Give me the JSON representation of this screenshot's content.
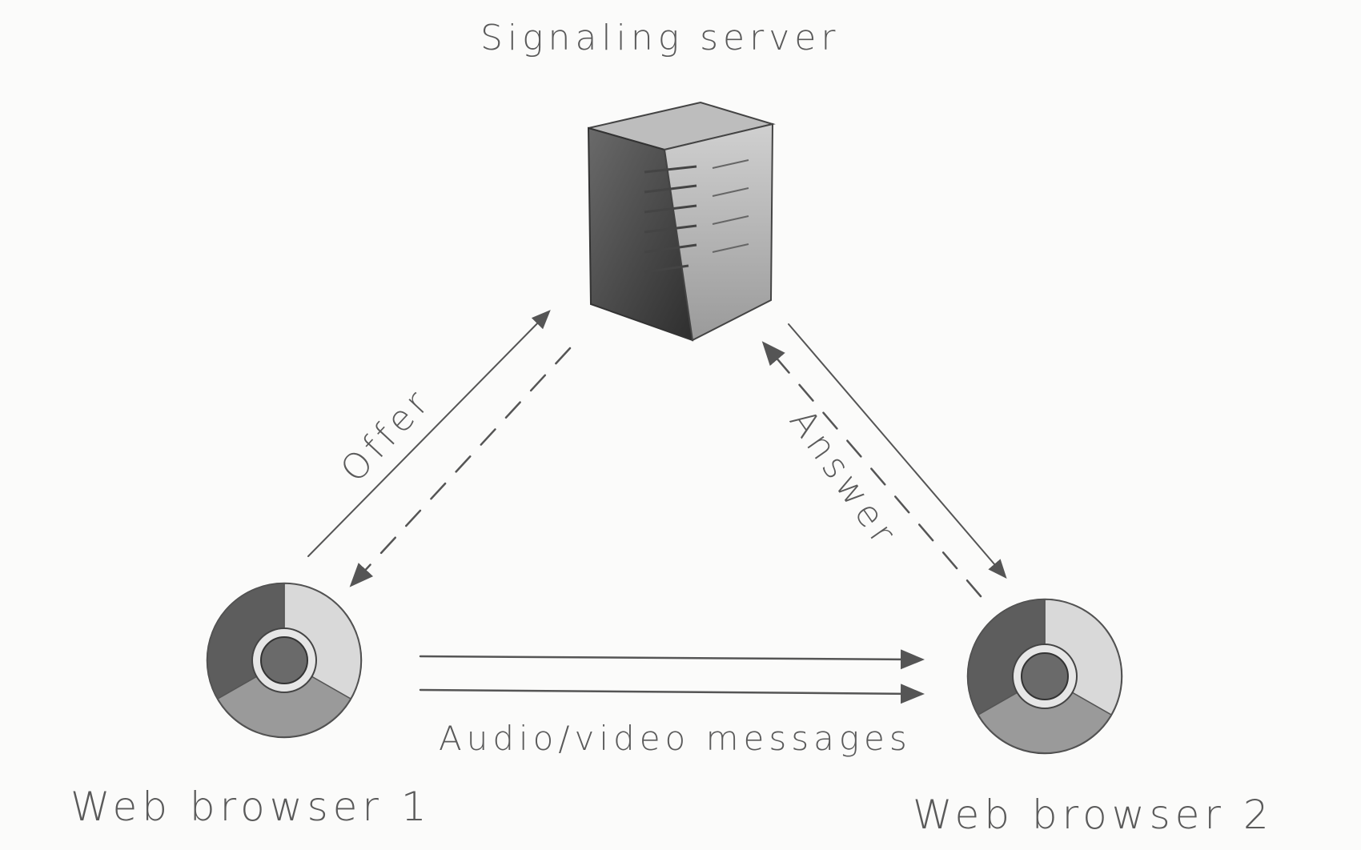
{
  "title": "Signaling server",
  "nodes": {
    "server": {
      "label": "Signaling server",
      "icon": "server-icon"
    },
    "browser1": {
      "label": "Web browser 1",
      "icon": "chrome-browser-icon"
    },
    "browser2": {
      "label": "Web browser 2",
      "icon": "chrome-browser-icon"
    }
  },
  "edges": {
    "offer": {
      "label": "Offer"
    },
    "answer": {
      "label": "Answer"
    },
    "media": {
      "label": "Audio/video messages"
    }
  },
  "colors": {
    "paper": "#fbfbfa",
    "pencil": "#555555",
    "shade_dark": "#3a3a3a",
    "shade_mid": "#8a8a8a",
    "shade_light": "#d8d8d8"
  }
}
